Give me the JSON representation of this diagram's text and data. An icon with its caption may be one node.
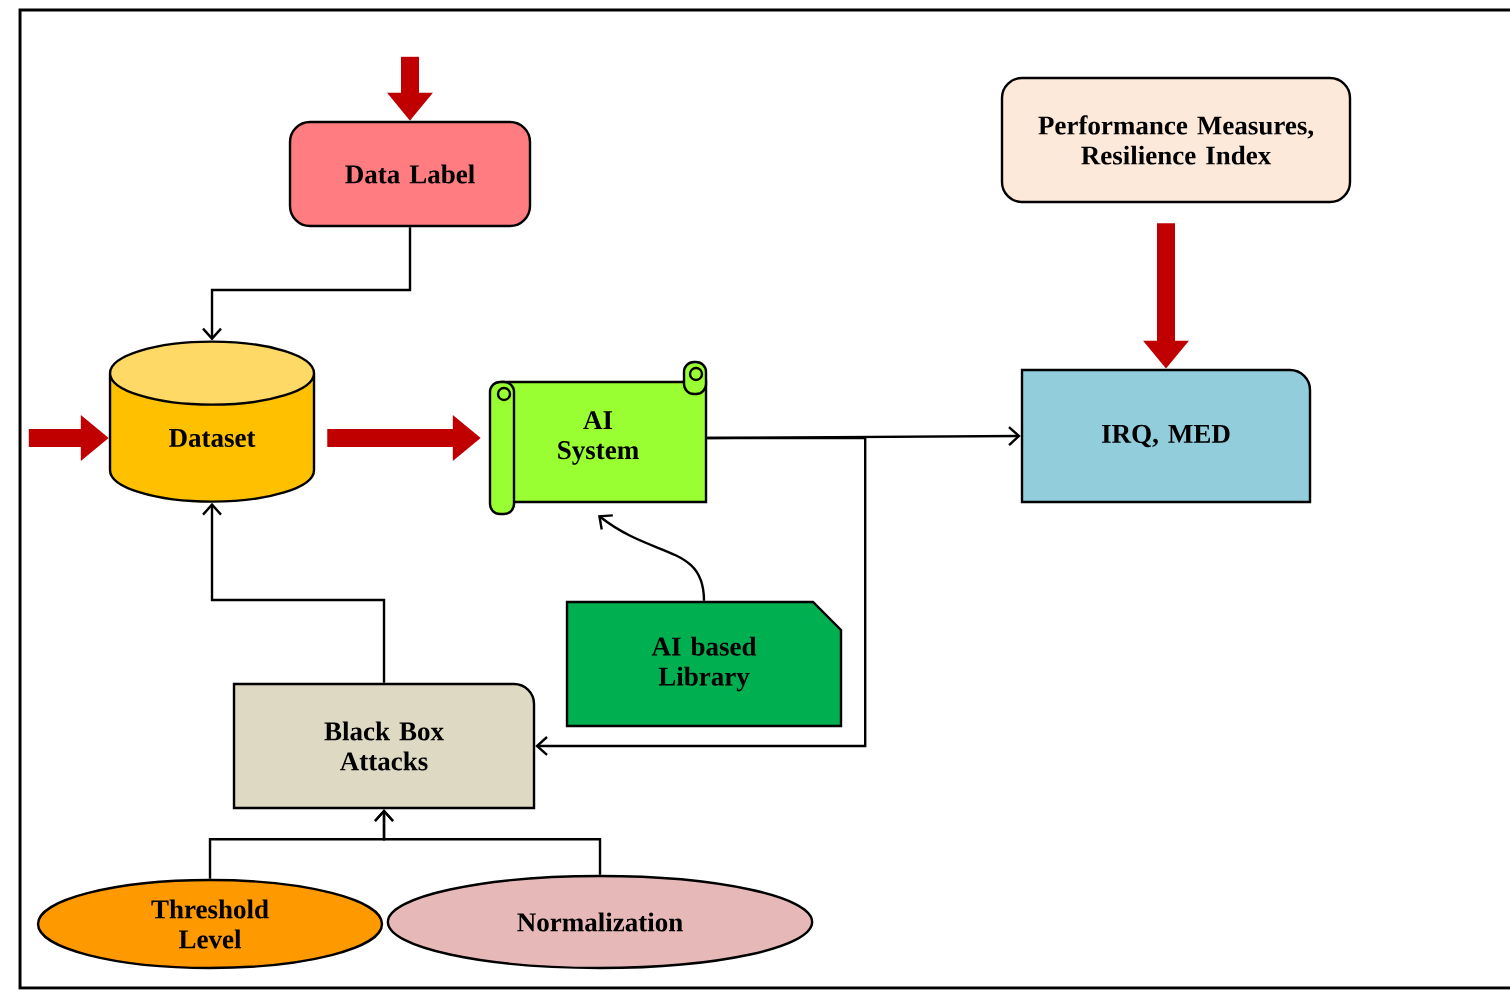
{
  "diagram": {
    "nodes": [
      {
        "text": [
          "Data Label"
        ]
      },
      {
        "text": [
          "Performance Measures, Resilience Index"
        ]
      },
      {
        "text": [
          "Dataset"
        ]
      },
      {
        "text": [
          "AI System"
        ]
      },
      {
        "text": [
          "IRQ, MED"
        ]
      },
      {
        "text": [
          "AI based Library"
        ]
      },
      {
        "text": [
          "Black Box Attacks"
        ]
      },
      {
        "text": [
          "Threshold Level"
        ]
      },
      {
        "text": [
          "Normalization"
        ]
      }
    ],
    "edges": [
      {
        "from": null,
        "to": 0,
        "arrow": "to",
        "style": "thick",
        "color": "#c00000"
      },
      {
        "from": null,
        "to": 2,
        "arrow": "to",
        "style": "thick",
        "color": "#c00000"
      },
      {
        "from": 0,
        "to": 2,
        "arrow": "to"
      },
      {
        "from": 2,
        "to": 3,
        "arrow": "to",
        "style": "thick",
        "color": "#c00000"
      },
      {
        "from": 3,
        "to": 4,
        "arrow": "to"
      },
      {
        "from": 3,
        "to": 6,
        "arrow": "to"
      },
      {
        "from": 5,
        "to": 3,
        "arrow": "to"
      },
      {
        "from": 6,
        "to": 2,
        "arrow": "to"
      },
      {
        "from": 7,
        "to": 6,
        "arrow": "to"
      },
      {
        "from": 8,
        "to": 6,
        "arrow": "to"
      },
      {
        "from": 1,
        "to": 4,
        "arrow": "to",
        "style": "thick",
        "color": "#c00000"
      }
    ]
  }
}
